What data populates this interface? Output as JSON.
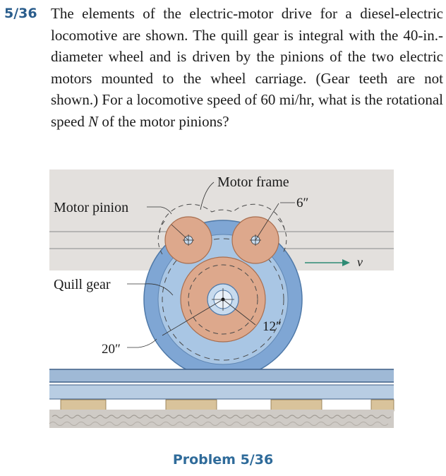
{
  "problem": {
    "number": "5/36",
    "text_before_var": "The elements of the electric-motor drive for a diesel-electric locomotive are shown. The quill gear is integral with the 40-in.-diameter wheel and is driven by the pinions of the two electric motors mounted to the wheel carriage. (Gear teeth are not shown.) For a locomotive speed of 60 mi/hr, what is the rotational speed ",
    "var": "N",
    "text_after_var": " of the motor pinions?"
  },
  "figure": {
    "labels": {
      "motor_frame": "Motor frame",
      "motor_pinion": "Motor pinion",
      "pinion_dim": "6″",
      "velocity": "v",
      "quill_gear": "Quill gear",
      "quill_dim": "12″",
      "wheel_dim": "20″"
    },
    "colors": {
      "frame_fill": "#e3e0dd",
      "wheel_fill": "#7fa6d4",
      "wheel_inner": "#a9c6e4",
      "gear_fill": "#dda88c",
      "rail": "#9fb9d6",
      "velocity_arrow": "#2e8b74"
    }
  },
  "caption": "Problem 5/36"
}
